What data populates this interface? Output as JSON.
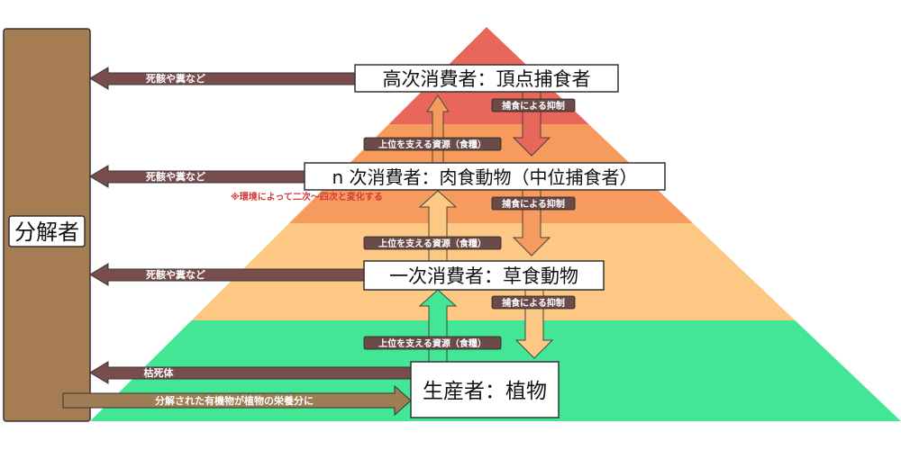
{
  "decomposer": {
    "label": "分解者",
    "fill": "#a67c52"
  },
  "colors": {
    "tier_top": "#e8665a",
    "tier_2": "#f69a5e",
    "tier_3": "#fcc884",
    "tier_bottom": "#42e695",
    "arrow_left": "#7a4d4d",
    "arrow_nutrient": "#a07e55",
    "arrow_down": "#f0a85a",
    "arrow_up_orange": "#f8c07e",
    "arrow_up_green": "#42e695",
    "note": "#d33a3a"
  },
  "levels": {
    "apex": "高次消費者：頂点捕食者",
    "n": "n 次消費者：肉食動物（中位捕食者）",
    "primary": "一次消費者：草食動物",
    "producer": "生産者：植物"
  },
  "arrows": {
    "dead": "死骸や糞など",
    "dead_plants": "枯死体",
    "nutrients": "分解された有機物が植物の栄養分に",
    "predation": "捕食による抑制",
    "support": "上位を支える資源（食糧）"
  },
  "note": "※環境によって二次〜四次と変化する"
}
